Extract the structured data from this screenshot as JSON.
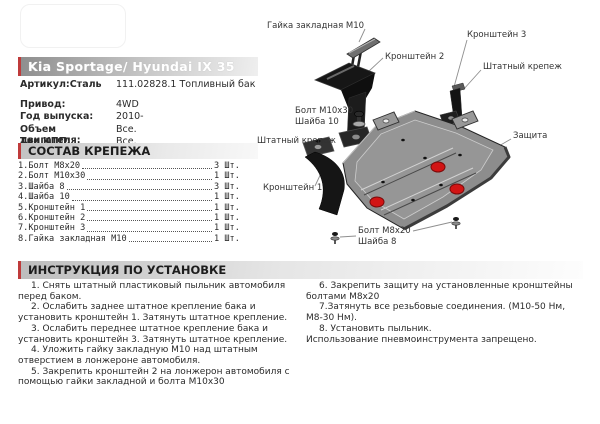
{
  "header": {
    "title": "Kia Sportage/ Hyundai IX 35",
    "article_label": "Артикул:Сталь",
    "article_value": "111.02828.1 Топливный бак"
  },
  "specs": [
    {
      "label": "Привод:",
      "value": "4WD"
    },
    {
      "label": "Год выпуска:",
      "value": "2010-"
    },
    {
      "label": "Объем двигателя:",
      "value": "Все."
    },
    {
      "label": "Тип КПП:",
      "value": "Все."
    }
  ],
  "hardware": {
    "title": "СОСТАВ КРЕПЕЖА",
    "items": [
      {
        "name": "1.Болт М8х20",
        "qty": "3 Шт."
      },
      {
        "name": "2.Болт М10х30",
        "qty": "1 Шт."
      },
      {
        "name": "3.Шайба 8",
        "qty": "3 Шт."
      },
      {
        "name": "4.Шайба 10",
        "qty": "1 Шт."
      },
      {
        "name": "5.Кронштейн 1",
        "qty": "1 Шт."
      },
      {
        "name": "6.Кронштейн 2",
        "qty": "1 Шт."
      },
      {
        "name": "7.Кронштейн 3",
        "qty": "1 Шт."
      },
      {
        "name": "8.Гайка закладная М10",
        "qty": "1 Шт."
      }
    ]
  },
  "instructions": {
    "title": "ИНСТРУКЦИЯ ПО УСТАНОВКЕ",
    "left": [
      "1. Снять штатный пластиковый пыльник автомобиля перед баком.",
      "2. Ослабить заднее штатное крепление бака и установить кронштейн 1. Затянуть штатное крепление.",
      "3. Ослабить переднее штатное крепление бака и установить кронштейн 3. Затянуть штатное крепление.",
      "4. Уложить гайку закладную М10 над штатным отверстием в лонжероне автомобиля.",
      "5. Закрепить кронштейн 2 на лонжерон автомобиля с помощью гайки закладной и болта М10х30"
    ],
    "right": [
      "6. Закрепить защиту на установленные кронштейны болтами М8х20",
      "7.Затянуть все резьбовые соединения. (М10-50 Нм, М8-30 Нм).",
      "8. Установить пыльник."
    ],
    "note": "Использование пневмоинструмента запрещено."
  },
  "diagram": {
    "labels": {
      "gajka": "Гайка закладная М10",
      "kron2": "Кронштейн 2",
      "kron3": "Кронштейн 3",
      "shtat_right": "Штатный крепеж",
      "bolt10_l1": "Болт М10х30",
      "bolt10_l2": "Шайба 10",
      "shtat_left": "Штатный крепеж",
      "kron1": "Кронштейн 1",
      "zashita": "Защита",
      "bolt8_l1": "Болт М8х20",
      "bolt8_l2": "Шайба 8"
    }
  },
  "colors": {
    "accent_red": "#bf3b3b",
    "marker_red": "#d21414",
    "plate_gray": "#8d8d8d",
    "bracket_black": "#161616"
  }
}
